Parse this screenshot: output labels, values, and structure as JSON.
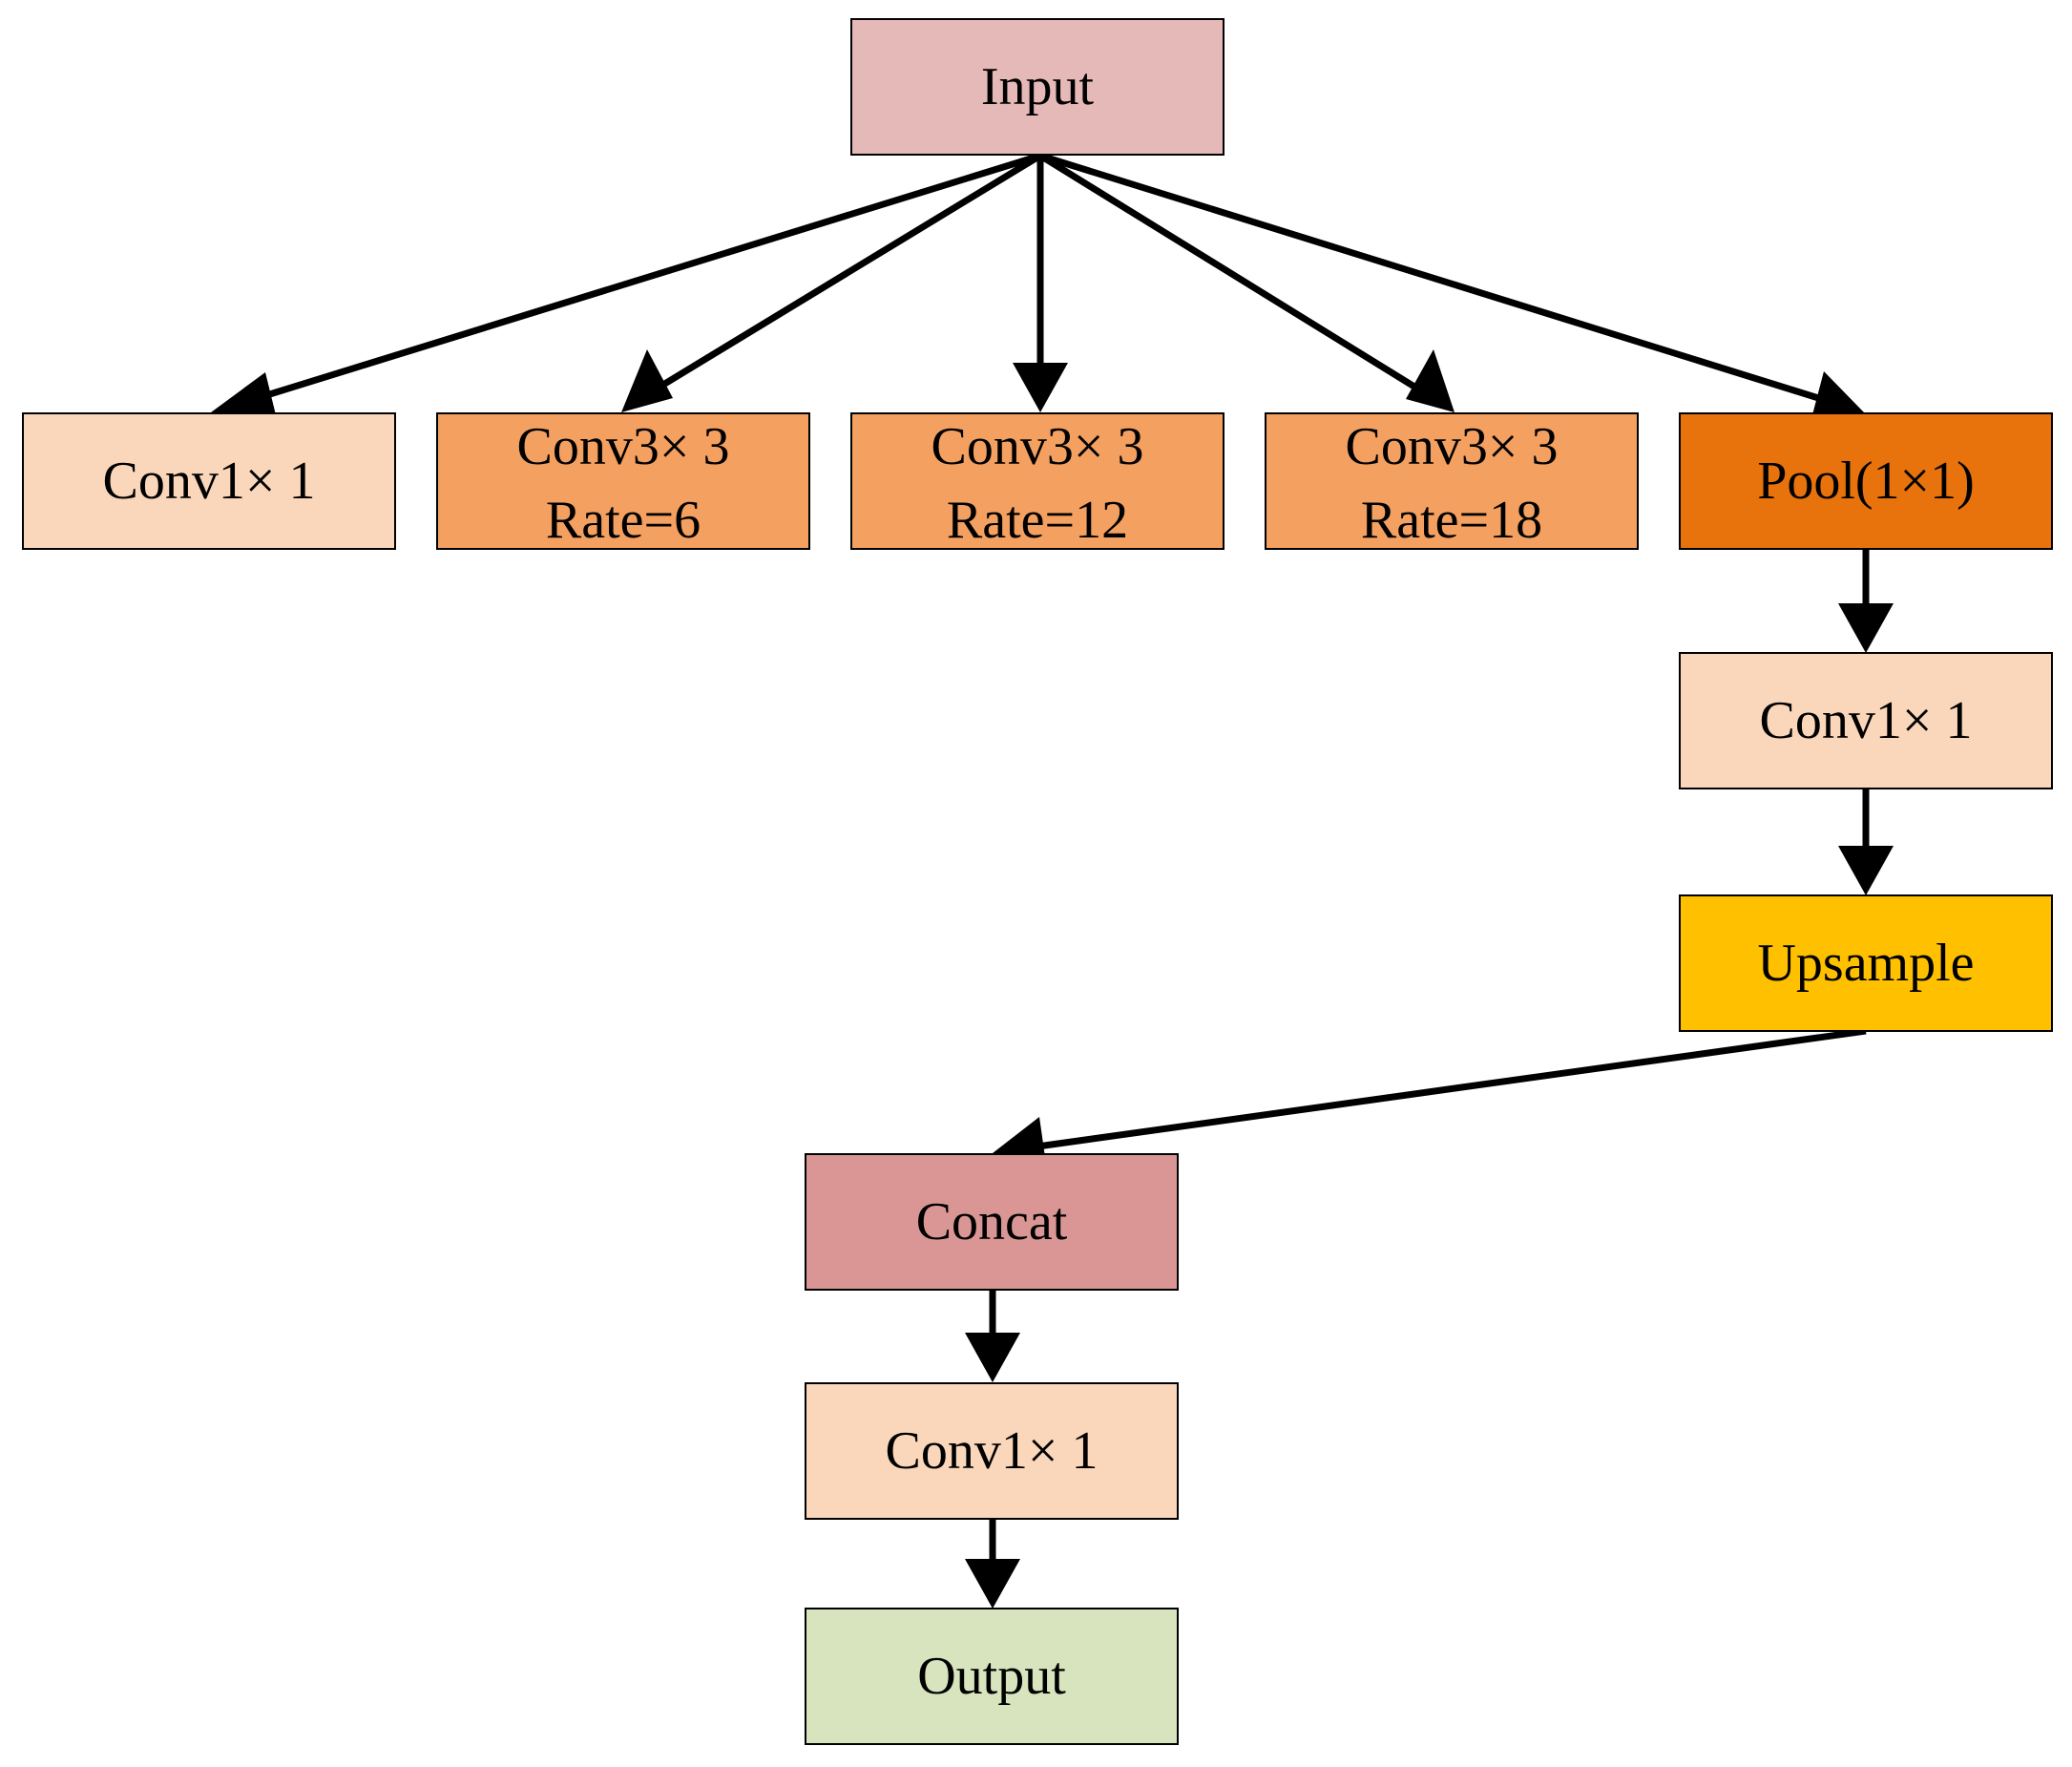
{
  "nodes": {
    "input": {
      "label": "Input",
      "color": "#E5B9B7"
    },
    "branch1": {
      "label": "Conv1× 1",
      "color": "#FAD7BB"
    },
    "branch2": {
      "line1": "Conv3× 3",
      "line2": "Rate=6",
      "color": "#F4A060"
    },
    "branch3": {
      "line1": "Conv3× 3",
      "line2": "Rate=12",
      "color": "#F4A060"
    },
    "branch4": {
      "line1": "Conv3× 3",
      "line2": "Rate=18",
      "color": "#F4A060"
    },
    "pool": {
      "label": "Pool(1×1)",
      "color": "#E8720C"
    },
    "pool_conv": {
      "label": "Conv1× 1",
      "color": "#FAD7BB"
    },
    "upsample": {
      "label": "Upsample",
      "color": "#FFC000"
    },
    "concat": {
      "label": "Concat",
      "color": "#D99694"
    },
    "final_conv": {
      "label": "Conv1× 1",
      "color": "#FAD7BB"
    },
    "output": {
      "label": "Output",
      "color": "#D7E4BD"
    }
  },
  "edges": [
    {
      "from": "input",
      "to": "branch1"
    },
    {
      "from": "input",
      "to": "branch2"
    },
    {
      "from": "input",
      "to": "branch3"
    },
    {
      "from": "input",
      "to": "branch4"
    },
    {
      "from": "input",
      "to": "pool"
    },
    {
      "from": "pool",
      "to": "pool_conv"
    },
    {
      "from": "pool_conv",
      "to": "upsample"
    },
    {
      "from": "upsample",
      "to": "concat"
    },
    {
      "from": "concat",
      "to": "final_conv"
    },
    {
      "from": "final_conv",
      "to": "output"
    }
  ]
}
